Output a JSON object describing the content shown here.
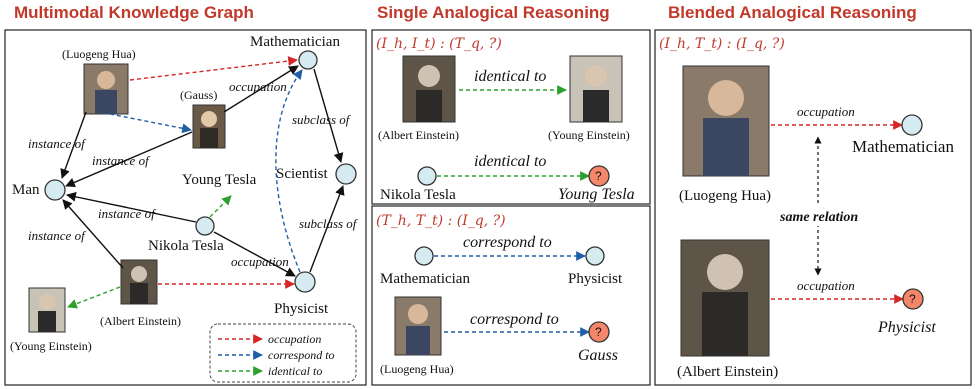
{
  "titles": {
    "kg": "Multimodal Knowledge Graph",
    "single": "Single Analogical Reasoning",
    "blended": "Blended Analogical Reasoning"
  },
  "kg": {
    "luogeng_caption": "(Luogeng Hua)",
    "gauss_caption": "(Gauss)",
    "mathematician": "Mathematician",
    "occupation_1": "occupation",
    "subclass_1": "subclass of",
    "instance_1": "instance of",
    "instance_2": "instance of",
    "man": "Man",
    "young_tesla": "Young Tesla",
    "scientist": "Scientist",
    "instance_3": "instance of",
    "nikola_tesla": "Nikola Tesla",
    "instance_4": "instance of",
    "subclass_2": "subclass of",
    "occupation_2": "occupation",
    "physicist": "Physicist",
    "einstein_caption": "(Albert Einstein)",
    "young_einstein_caption": "(Young Einstein)",
    "legend": [
      "occupation",
      "correspond to",
      "identical to"
    ]
  },
  "single": {
    "query1": "(I_h, I_t) : (T_q, ?)",
    "identical_1": "identical to",
    "albert_caption": "(Albert Einstein)",
    "young_caption": "(Young Einstein)",
    "nikola": "Nikola Tesla",
    "identical_2": "identical to",
    "young_tesla_answer": "Young Tesla",
    "query2": "(T_h, T_t) : (I_q, ?)",
    "correspond_1": "correspond to",
    "mathematician": "Mathematician",
    "physicist": "Physicist",
    "correspond_2": "correspond to",
    "gauss_answer": "Gauss",
    "luogeng_caption": "(Luogeng Hua)",
    "qmark": "?"
  },
  "blended": {
    "query": "(I_h, T_t) : (I_q, ?)",
    "occupation_1": "occupation",
    "mathematician": "Mathematician",
    "luogeng_caption": "(Luogeng Hua)",
    "same_relation": "same relation",
    "occupation_2": "occupation",
    "physicist": "Physicist",
    "einstein_caption": "(Albert Einstein)",
    "qmark": "?"
  }
}
